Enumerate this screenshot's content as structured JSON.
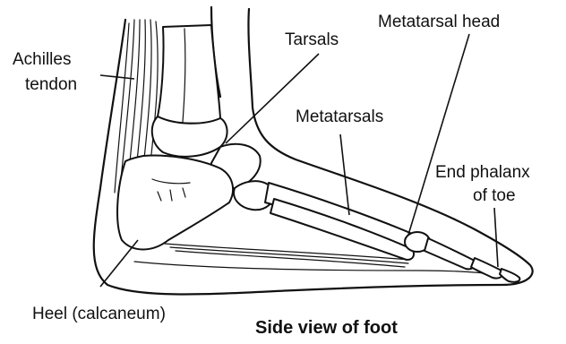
{
  "labels": {
    "achilles_line1": "Achilles",
    "achilles_line2": "tendon",
    "tarsals": "Tarsals",
    "metatarsal_head": "Metatarsal head",
    "metatarsals": "Metatarsals",
    "end_phalanx_line1": "End phalanx",
    "end_phalanx_line2": "of toe",
    "heel": "Heel (calcaneum)"
  },
  "caption": "Side view of foot",
  "colors": {
    "ink": "#111111",
    "background": "#ffffff"
  }
}
